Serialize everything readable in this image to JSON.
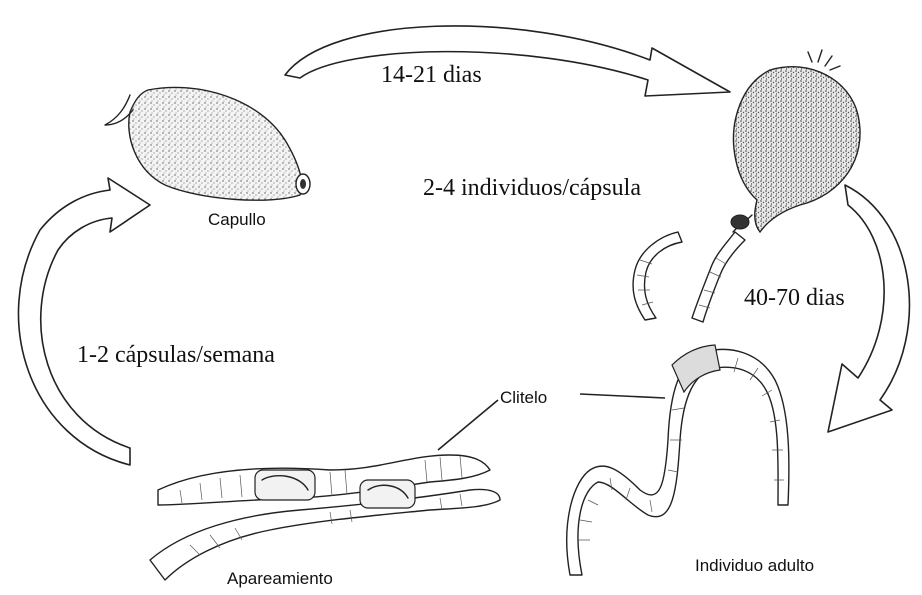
{
  "diagram": {
    "cycle_labels": {
      "top": "14-21 dias",
      "capsule_count": "2-4 individuos/cápsula",
      "right": "40-70 dias",
      "left": "1-2 cápsulas/semana"
    },
    "stage_labels": {
      "cocoon": "Capullo",
      "clitellum": "Clitelo",
      "mating": "Apareamiento",
      "adult": "Individuo adulto"
    }
  }
}
